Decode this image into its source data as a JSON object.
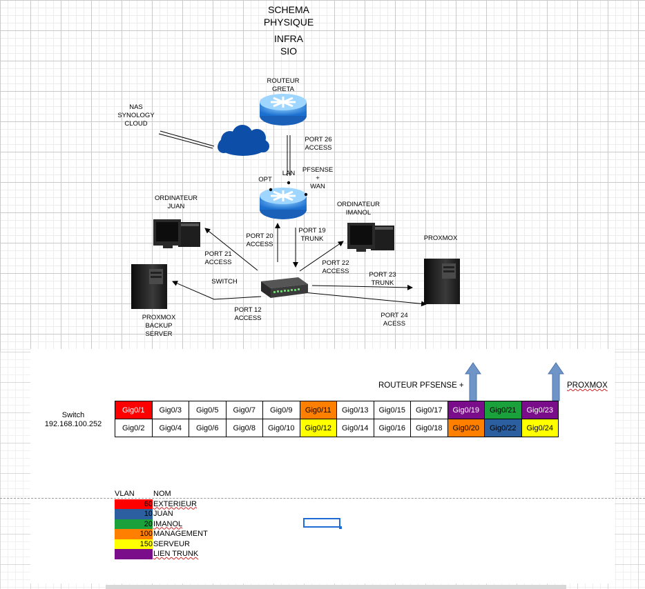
{
  "title": {
    "line1": "SCHEMA\nPHYSIQUE",
    "line2": "INFRA\nSIO"
  },
  "devices": {
    "routeur": "ROUTEUR\nGRETA",
    "nas": "NAS\nSYNOLOGY\nCLOUD",
    "pfsense": "PFSENSE\n+\nWAN",
    "opt": "OPT",
    "lan": "LAN",
    "ordi_juan": "ORDINATEUR\nJUAN",
    "ordi_imanol": "ORDINATEUR\nIMANOL",
    "proxmox": "PROXMOX",
    "switch": "SWITCH",
    "backup": "PROXMOX\nBACKUP\nSERVER"
  },
  "links": {
    "port26": "PORT 26\nACCESS",
    "port20": "PORT 20\nACCESS",
    "port19": "PORT 19\nTRUNK",
    "port21": "PORT 21\nACCESS",
    "port22": "PORT 22\nACCESS",
    "port23": "PORT 23\nTRUNK",
    "port24": "PORT 24\nACESS",
    "port12": "PORT 12\nACCESS"
  },
  "sheet": {
    "switch_label": "Switch",
    "switch_ip": "192.168.100.252",
    "callout_pfsense": "ROUTEUR PFSENSE +",
    "callout_proxmox": "PROXMOX",
    "ports_top": [
      {
        "name": "Gig0/1",
        "color": "#ff0000",
        "text_color": "#ffffff"
      },
      {
        "name": "Gig0/3",
        "color": "#ffffff",
        "text_color": "#000000"
      },
      {
        "name": "Gig0/5",
        "color": "#ffffff",
        "text_color": "#000000"
      },
      {
        "name": "Gig0/7",
        "color": "#ffffff",
        "text_color": "#000000"
      },
      {
        "name": "Gig0/9",
        "color": "#ffffff",
        "text_color": "#000000"
      },
      {
        "name": "Gig0/11",
        "color": "#ff8000",
        "text_color": "#000000"
      },
      {
        "name": "Gig0/13",
        "color": "#ffffff",
        "text_color": "#000000"
      },
      {
        "name": "Gig0/15",
        "color": "#ffffff",
        "text_color": "#000000"
      },
      {
        "name": "Gig0/17",
        "color": "#ffffff",
        "text_color": "#000000"
      },
      {
        "name": "Gig0/19",
        "color": "#7a0d8a",
        "text_color": "#ffffff"
      },
      {
        "name": "Gig0/21",
        "color": "#1aa13b",
        "text_color": "#000000"
      },
      {
        "name": "Gig0/23",
        "color": "#7a0d8a",
        "text_color": "#ffffff"
      }
    ],
    "ports_bottom": [
      {
        "name": "Gig0/2",
        "color": "#ffffff",
        "text_color": "#000000"
      },
      {
        "name": "Gig0/4",
        "color": "#ffffff",
        "text_color": "#000000"
      },
      {
        "name": "Gig0/6",
        "color": "#ffffff",
        "text_color": "#000000"
      },
      {
        "name": "Gig0/8",
        "color": "#ffffff",
        "text_color": "#000000"
      },
      {
        "name": "Gig0/10",
        "color": "#ffffff",
        "text_color": "#000000"
      },
      {
        "name": "Gig0/12",
        "color": "#ffff00",
        "text_color": "#000000"
      },
      {
        "name": "Gig0/14",
        "color": "#ffffff",
        "text_color": "#000000"
      },
      {
        "name": "Gig0/16",
        "color": "#ffffff",
        "text_color": "#000000"
      },
      {
        "name": "Gig0/18",
        "color": "#ffffff",
        "text_color": "#000000"
      },
      {
        "name": "Gig0/20",
        "color": "#ff8000",
        "text_color": "#000000"
      },
      {
        "name": "Gig0/22",
        "color": "#2b5fa0",
        "text_color": "#000000"
      },
      {
        "name": "Gig0/24",
        "color": "#ffff00",
        "text_color": "#000000"
      }
    ],
    "vlan_header": {
      "vlan": "VLAN",
      "nom": "NOM"
    },
    "vlans": [
      {
        "id": "60",
        "name": "EXTERIEUR",
        "color": "#ff0000"
      },
      {
        "id": "10",
        "name": "JUAN",
        "color": "#2b5fa0"
      },
      {
        "id": "20",
        "name": "IMANOL",
        "color": "#1aa13b"
      },
      {
        "id": "100",
        "name": "MANAGEMENT",
        "color": "#ff8000"
      },
      {
        "id": "150",
        "name": "SERVEUR",
        "color": "#ffff00"
      },
      {
        "id": "",
        "name": "LIEN TRUNK",
        "color": "#7a0d8a"
      }
    ]
  }
}
